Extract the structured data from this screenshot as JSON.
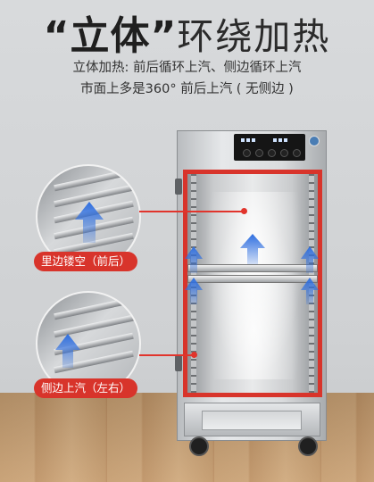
{
  "headline": {
    "quoted_open": "“",
    "quoted_word": "立体",
    "quoted_close": "”",
    "rest": "环绕加热"
  },
  "description": {
    "line1": "立体加热: 前后循环上汽、侧边循环上汽",
    "line2": "市面上多是360° 前后上汽 ( 无侧边 )"
  },
  "callouts": [
    {
      "label": "里边镂空（前后）"
    },
    {
      "label": "侧边上汽（左右）"
    }
  ],
  "colors": {
    "accent_red": "#d8342b",
    "arrow_blue": "#2f6fe0",
    "wall_gray": "#d2d4d6",
    "floor_wood": "#c79f72"
  },
  "icons": [
    "up-arrow-icon",
    "steam-icon"
  ]
}
